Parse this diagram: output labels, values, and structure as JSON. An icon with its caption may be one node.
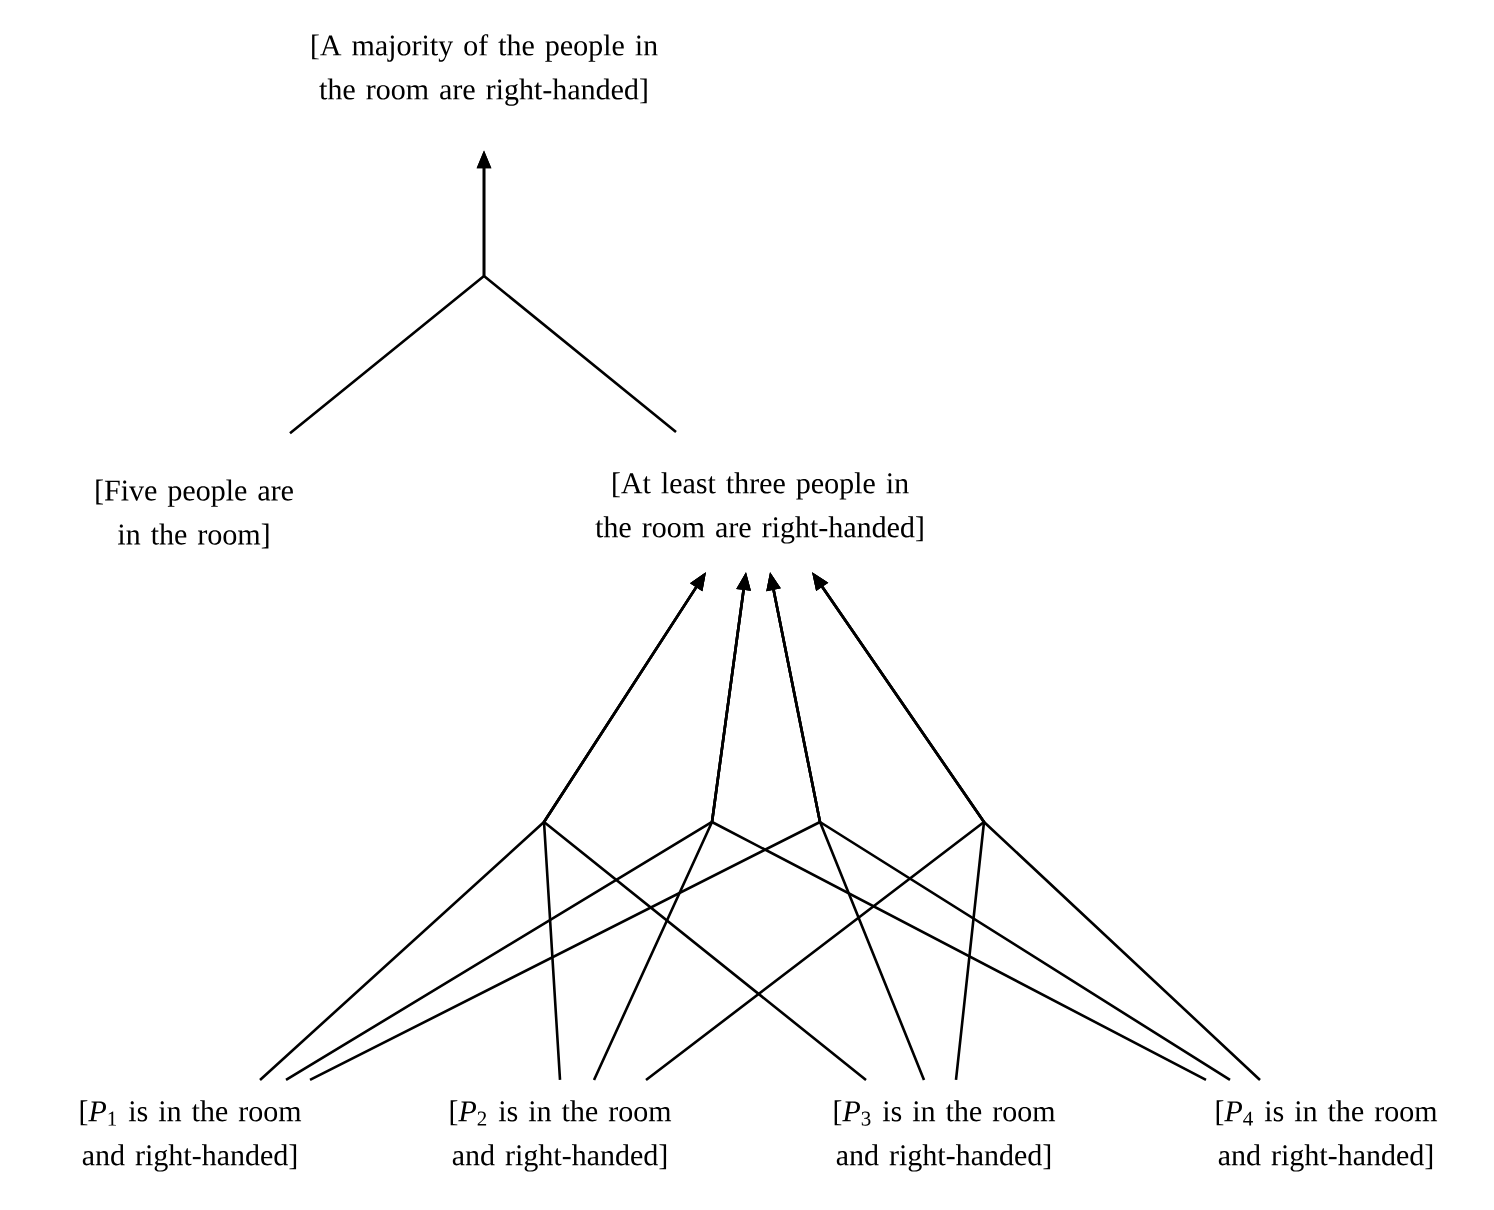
{
  "diagram": {
    "nodes": [
      {
        "text": [
          "[A majority of the people in the room are right-handed]"
        ]
      },
      {
        "text": [
          "[Five people are in the room]"
        ]
      },
      {
        "text": [
          "[At least three people in the room are right-handed]"
        ]
      },
      {
        "text": [
          "[*P*$_{1}$ is in the room and right-handed]"
        ]
      },
      {
        "text": [
          "[*P*$_{2}$ is in the room and right-handed]"
        ]
      },
      {
        "text": [
          "[*P*$_{3}$ is in the room and right-handed]"
        ]
      },
      {
        "text": [
          "[*P*$_{4}$ is in the room and right-handed]"
        ]
      }
    ],
    "edges": [
      {
        "from": 1,
        "to": 0,
        "arrow": "to"
      },
      {
        "from": 2,
        "to": 0,
        "arrow": "to"
      },
      {
        "from": 3,
        "to": 2,
        "arrow": "to"
      },
      {
        "from": 4,
        "to": 2,
        "arrow": "to"
      },
      {
        "from": 5,
        "to": 2,
        "arrow": "to"
      },
      {
        "from": 3,
        "to": 2,
        "arrow": "to"
      },
      {
        "from": 4,
        "to": 2,
        "arrow": "to"
      },
      {
        "from": 6,
        "to": 2,
        "arrow": "to"
      },
      {
        "from": 3,
        "to": 2,
        "arrow": "to"
      },
      {
        "from": 5,
        "to": 2,
        "arrow": "to"
      },
      {
        "from": 6,
        "to": 2,
        "arrow": "to"
      },
      {
        "from": 4,
        "to": 2,
        "arrow": "to"
      },
      {
        "from": 5,
        "to": 2,
        "arrow": "to"
      },
      {
        "from": 6,
        "to": 2,
        "arrow": "to"
      }
    ]
  }
}
